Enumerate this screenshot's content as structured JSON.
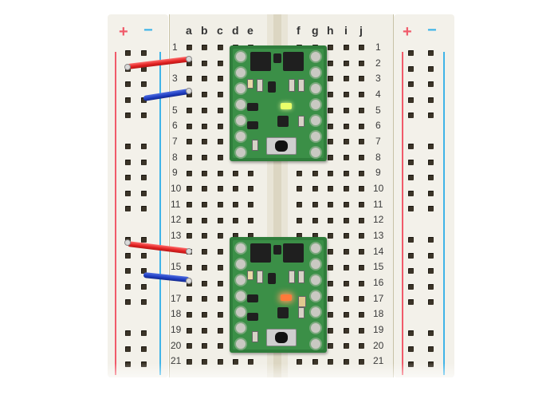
{
  "scene": {
    "description": "Solderless breadboard with two small green circuit-board modules plugged across the center channel, each powered by a red and a blue jumper wire from the left power rail.",
    "colors": {
      "board": "#f3f1ea",
      "rail_positive": "#f05a6a",
      "rail_negative": "#3fb4e8",
      "pcb": "#3b8f47",
      "wire_red": "#e02020",
      "wire_blue": "#1e3cc0",
      "led_module1": "#eaff6a",
      "led_module2": "#ff7a3a"
    }
  },
  "left_rail": {
    "plus_label": "+",
    "minus_label": "−"
  },
  "right_rail": {
    "plus_label": "+",
    "minus_label": "−"
  },
  "columns": {
    "left": [
      "a",
      "b",
      "c",
      "d",
      "e"
    ],
    "right": [
      "f",
      "g",
      "h",
      "i",
      "j"
    ]
  },
  "rows": [
    "1",
    "2",
    "3",
    "4",
    "5",
    "6",
    "7",
    "8",
    "9",
    "10",
    "11",
    "12",
    "13",
    "14",
    "15",
    "16",
    "17",
    "18",
    "19",
    "20",
    "21"
  ],
  "modules": [
    {
      "name": "module-1",
      "led_color": "yellow-green",
      "position": "rows 1-8"
    },
    {
      "name": "module-2",
      "led_color": "orange-red",
      "position": "rows 14-20"
    }
  ],
  "wires": [
    {
      "color": "red",
      "from": "left rail +",
      "to": "row 2 column a"
    },
    {
      "color": "blue",
      "from": "left rail −",
      "to": "row 4 column a"
    },
    {
      "color": "red",
      "from": "left rail +",
      "to": "row 14 column a"
    },
    {
      "color": "blue",
      "from": "left rail −",
      "to": "row 16 column a"
    }
  ]
}
